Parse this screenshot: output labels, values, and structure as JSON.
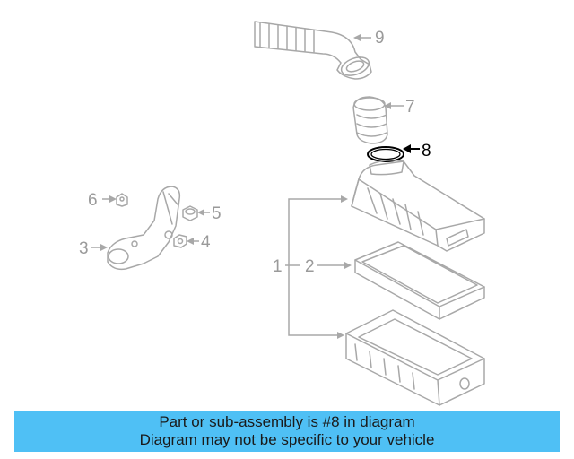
{
  "callouts": {
    "c1": "1",
    "c2": "2",
    "c3": "3",
    "c4": "4",
    "c5": "5",
    "c6": "6",
    "c7": "7",
    "c8": "8",
    "c9": "9"
  },
  "highlighted_part": "8",
  "banner": {
    "line1": "Part or sub-assembly is #8 in diagram",
    "line2": "Diagram may not be specific to your vehicle",
    "background_color": "#4fc0f5"
  },
  "colors": {
    "part_lines": "#a8a8a8",
    "highlight": "#000000"
  }
}
